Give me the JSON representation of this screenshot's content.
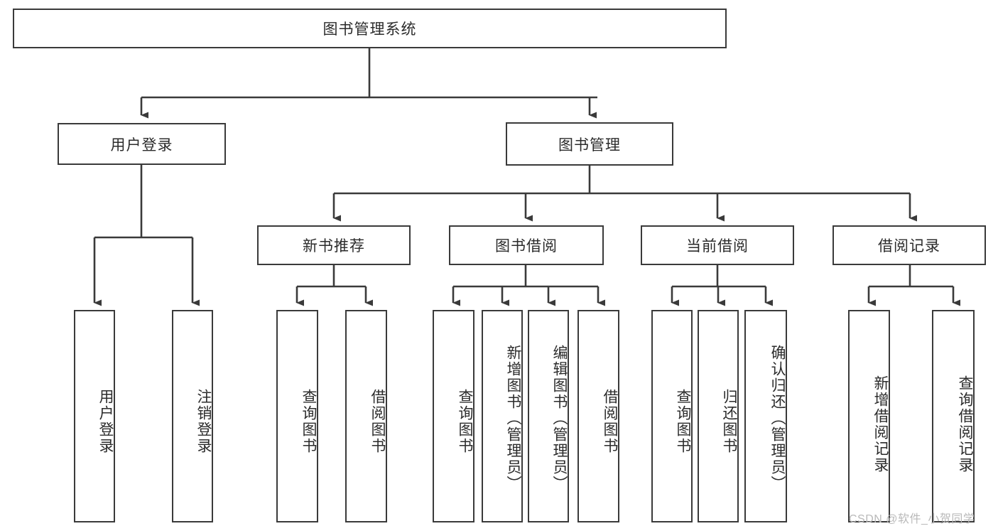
{
  "diagram": {
    "title_node": {
      "label": "图书管理系统"
    },
    "level1": [
      {
        "id": "user-login",
        "label": "用户登录"
      },
      {
        "id": "book-management",
        "label": "图书管理"
      }
    ],
    "level2": [
      {
        "id": "new-book-recommend",
        "label": "新书推荐"
      },
      {
        "id": "book-borrow",
        "label": "图书借阅"
      },
      {
        "id": "current-borrow",
        "label": "当前借阅"
      },
      {
        "id": "borrow-record",
        "label": "借阅记录"
      }
    ],
    "leaves": {
      "user_login": [
        {
          "id": "user-login-leaf",
          "label": "用户登录"
        },
        {
          "id": "logout-leaf",
          "label": "注销登录"
        }
      ],
      "new_book_recommend": [
        {
          "id": "query-book-1",
          "label": "查询图书"
        },
        {
          "id": "borrow-book-1",
          "label": "借阅图书"
        }
      ],
      "book_borrow": [
        {
          "id": "query-book-2",
          "label": "查询图书"
        },
        {
          "id": "add-book-admin",
          "label": "新增图书（管理员）"
        },
        {
          "id": "edit-book-admin",
          "label": "编辑图书（管理员）"
        },
        {
          "id": "borrow-book-2",
          "label": "借阅图书"
        }
      ],
      "current_borrow": [
        {
          "id": "query-book-3",
          "label": "查询图书"
        },
        {
          "id": "return-book",
          "label": "归还图书"
        },
        {
          "id": "confirm-return-admin",
          "label": "确认归还（管理员）"
        }
      ],
      "borrow_record": [
        {
          "id": "add-borrow-record",
          "label": "新增借阅记录"
        },
        {
          "id": "query-borrow-record",
          "label": "查询借阅记录"
        }
      ]
    },
    "watermark": {
      "text": "CSDN @软件_小贺同学"
    },
    "colors": {
      "stroke": "#3a3a3a",
      "fill": "#ffffff",
      "text": "#2b2b2b",
      "watermark": "#b9b9b9"
    }
  }
}
